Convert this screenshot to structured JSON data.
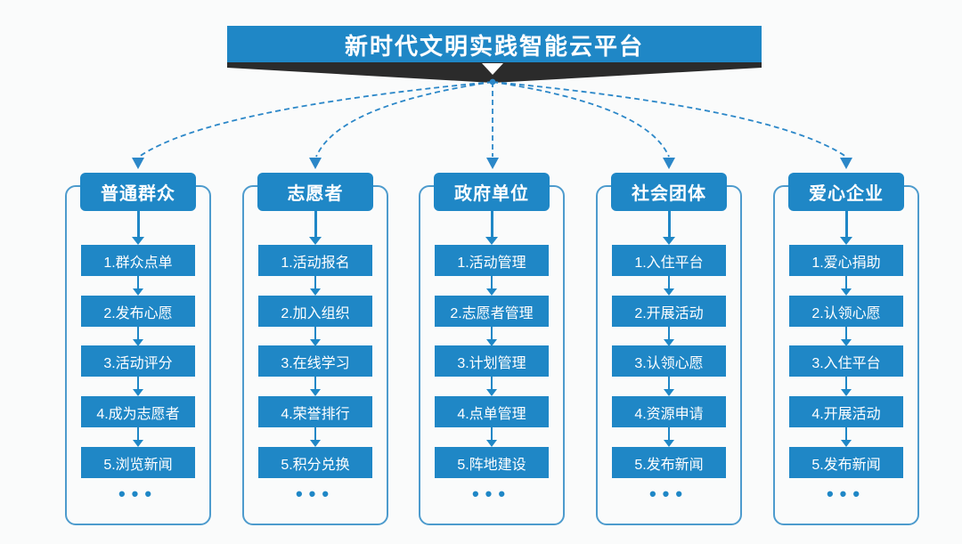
{
  "title": "新时代文明实践智能云平台",
  "ellipsis": "•••",
  "colors": {
    "primary_blue": "#1f87c6",
    "outline_blue": "#4d9bcd",
    "connector_blue": "#2b87c8",
    "dark_shadow": "#2b2b2b",
    "background": "#fafbfb",
    "text_on_blue": "#ffffff"
  },
  "columns": [
    {
      "header": "普通群众",
      "items": [
        "1.群众点单",
        "2.发布心愿",
        "3.活动评分",
        "4.成为志愿者",
        "5.浏览新闻"
      ],
      "more": "•••"
    },
    {
      "header": "志愿者",
      "items": [
        "1.活动报名",
        "2.加入组织",
        "3.在线学习",
        "4.荣誉排行",
        "5.积分兑换"
      ],
      "more": "•••"
    },
    {
      "header": "政府单位",
      "items": [
        "1.活动管理",
        "2.志愿者管理",
        "3.计划管理",
        "4.点单管理",
        "5.阵地建设"
      ],
      "more": "•••"
    },
    {
      "header": "社会团体",
      "items": [
        "1.入住平台",
        "2.开展活动",
        "3.认领心愿",
        "4.资源申请",
        "5.发布新闻"
      ],
      "more": "•••"
    },
    {
      "header": "爱心企业",
      "items": [
        "1.爱心捐助",
        "2.认领心愿",
        "3.入住平台",
        "4.开展活动",
        "5.发布新闻"
      ],
      "more": "•••"
    }
  ]
}
